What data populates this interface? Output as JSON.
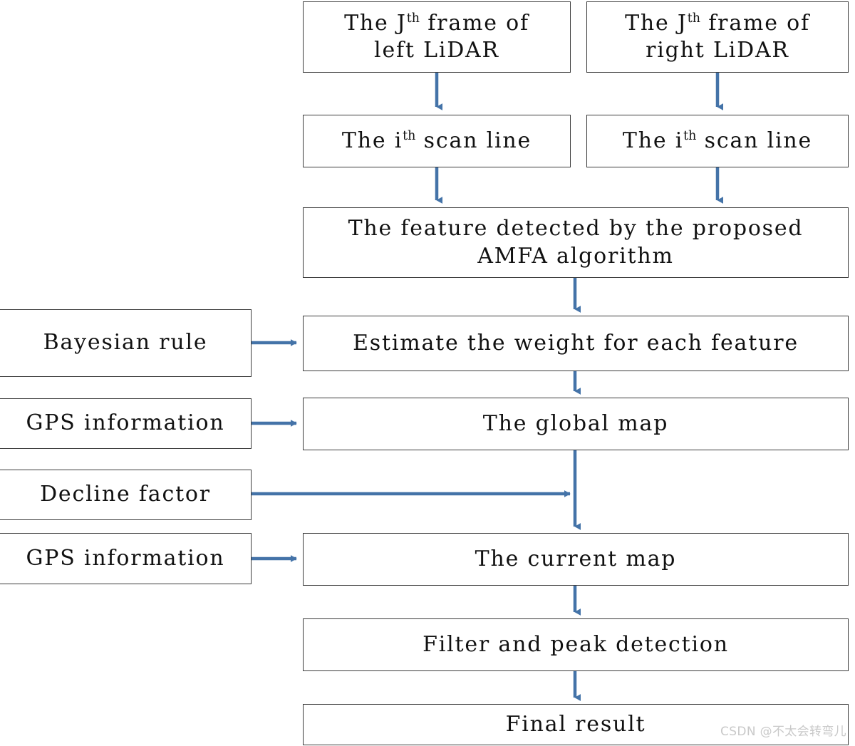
{
  "diagram": {
    "title": "AMFA LiDAR mapping pipeline flowchart",
    "accent_color": "#4473A8",
    "box_border_color": "#3b3b3b",
    "background_color": "#ffffff",
    "text_color": "#111111"
  },
  "nodes": {
    "left_lidar_frame": {
      "line1": "The J",
      "sup1": "th",
      "line1b": " frame of",
      "line2": "left LiDAR"
    },
    "right_lidar_frame": {
      "line1": "The J",
      "sup1": "th",
      "line1b": " frame of",
      "line2": "right LiDAR"
    },
    "left_scan_line": {
      "pre": "The i",
      "sup": "th",
      "post": " scan line"
    },
    "right_scan_line": {
      "pre": "The i",
      "sup": "th",
      "post": " scan line"
    },
    "amfa_feature": {
      "line1": "The feature detected by the proposed",
      "line2": "AMFA algorithm"
    },
    "estimate_weight": {
      "label": "Estimate the weight for each feature"
    },
    "global_map": {
      "label": "The global map"
    },
    "current_map": {
      "label": "The current map"
    },
    "filter_peak": {
      "label": "Filter and peak detection"
    },
    "final_result": {
      "label": "Final result"
    },
    "bayesian_rule": {
      "label": "Bayesian rule"
    },
    "gps_information_1": {
      "label": "GPS information"
    },
    "decline_factor": {
      "label": "Decline factor"
    },
    "gps_information_2": {
      "label": "GPS information"
    }
  },
  "watermark": {
    "text": "CSDN @不太会转弯儿"
  }
}
